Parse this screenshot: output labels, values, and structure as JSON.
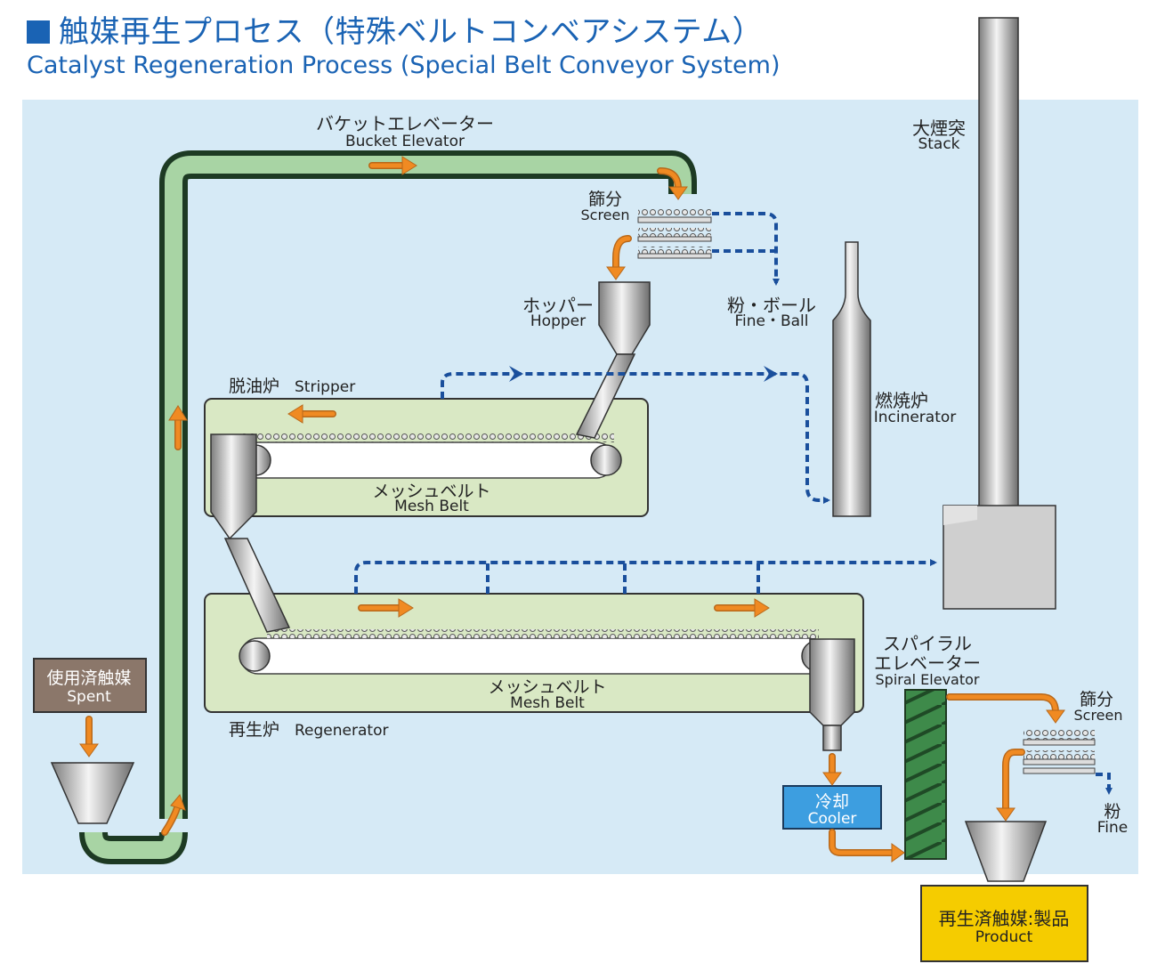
{
  "header": {
    "title": "触媒再生プロセス（特殊ベルトコンベアシステム）",
    "subtitle": "Catalyst Regeneration Process (Special Belt Conveyor System)"
  },
  "labels": {
    "bucket_elevator_ja": "バケットエレベーター",
    "bucket_elevator_en": "Bucket Elevator",
    "stack_ja": "大煙突",
    "stack_en": "Stack",
    "screen_top_ja": "篩分",
    "screen_top_en": "Screen",
    "fine_ball_ja": "粉・ボール",
    "fine_ball_en": "Fine・Ball",
    "hopper_ja": "ホッパー",
    "hopper_en": "Hopper",
    "incinerator_ja": "燃焼炉",
    "incinerator_en": "Incinerator",
    "stripper_ja": "脱油炉",
    "stripper_en": "Stripper",
    "mesh_belt_ja": "メッシュベルト",
    "mesh_belt_en": "Mesh Belt",
    "spent_ja": "使用済触媒",
    "spent_en": "Spent",
    "regenerator_ja": "再生炉",
    "regenerator_en": "Regenerator",
    "spiral_ja_1": "スパイラル",
    "spiral_ja_2": "エレベーター",
    "spiral_en": "Spiral Elevator",
    "screen_right_ja": "篩分",
    "screen_right_en": "Screen",
    "cooler_ja": "冷却",
    "cooler_en": "Cooler",
    "fine_ja": "粉",
    "fine_en": "Fine",
    "product_ja": "再生済触媒:製品",
    "product_en": "Product"
  },
  "colors": {
    "title_blue": "#1a63b4",
    "panel_bg": "#d6eaf6",
    "furnace_fill": "#d9e8c4",
    "elevator_green": "#a8d4a4",
    "orange_arrow": "#f08a22",
    "dashed_blue": "#1a4f9c",
    "cooler_blue": "#3d9ee0",
    "product_yellow": "#f5cc00",
    "spent_brown": "#8b776a"
  }
}
